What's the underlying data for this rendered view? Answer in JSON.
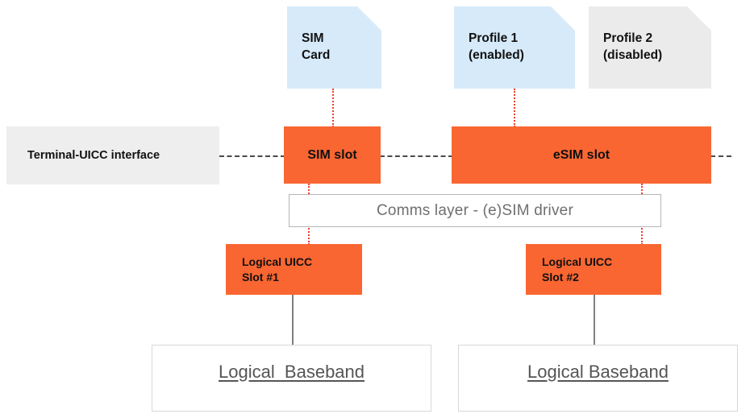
{
  "diagram": {
    "title": "Terminal UICC / eSIM slot architecture",
    "colors": {
      "accent_orange": "#f96632",
      "card_blue": "#d6eafa",
      "card_gray": "#ebebeb",
      "interface_gray": "#eeeeee",
      "connector_red": "#ef3e2e",
      "connector_gray": "#808080",
      "dashed_line": "#4a4a4a"
    }
  },
  "cards": [
    {
      "id": "sim-card",
      "label": "SIM\nCard",
      "state": "",
      "style": "blue"
    },
    {
      "id": "profile-1",
      "label": "Profile 1\n(enabled)",
      "state": "enabled",
      "style": "blue"
    },
    {
      "id": "profile-2",
      "label": "Profile 2\n(disabled)",
      "state": "disabled",
      "style": "gray"
    }
  ],
  "interface": {
    "label": "Terminal-UICC interface"
  },
  "slots": [
    {
      "id": "sim-slot",
      "label": "SIM slot"
    },
    {
      "id": "esim-slot",
      "label": "eSIM slot"
    }
  ],
  "comms": {
    "label": "Comms layer - (e)SIM driver"
  },
  "uicc_slots": [
    {
      "id": "logical-uicc-slot-1",
      "label": "Logical UICC\nSlot #1"
    },
    {
      "id": "logical-uicc-slot-2",
      "label": "Logical UICC\nSlot #2"
    }
  ],
  "basebands": [
    {
      "id": "logical-baseband-1",
      "label": "Logical  Baseband"
    },
    {
      "id": "logical-baseband-2",
      "label": "Logical Baseband"
    }
  ]
}
